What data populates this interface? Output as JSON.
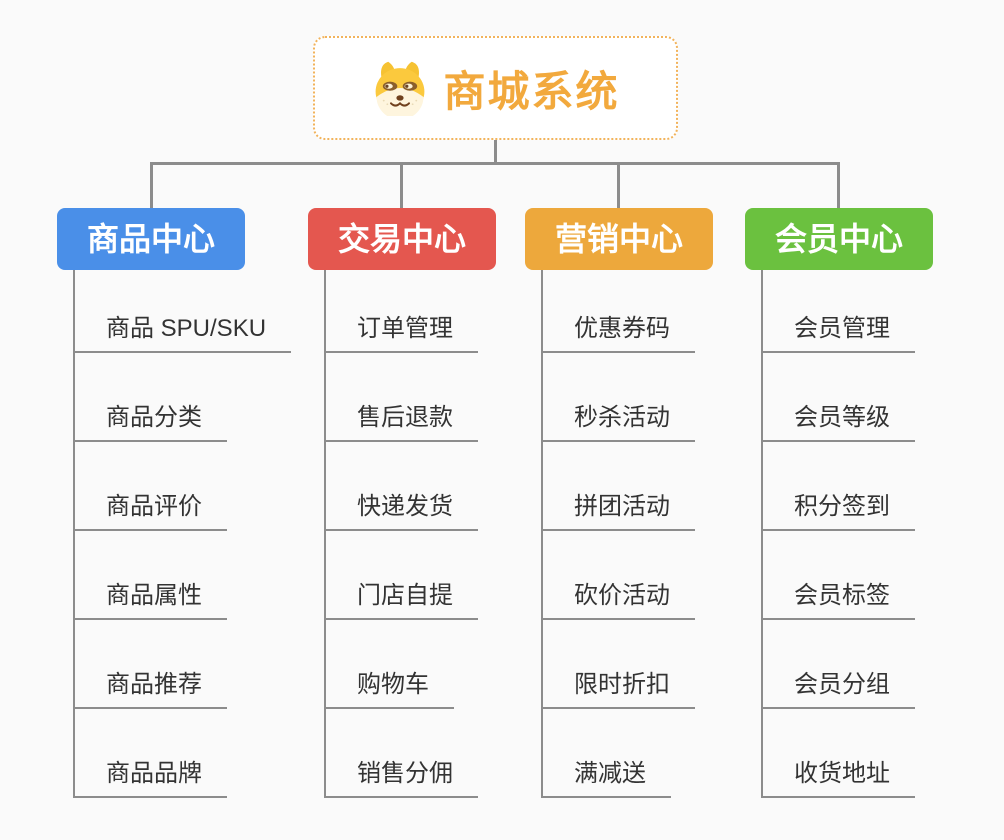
{
  "root": {
    "title": "商城系统",
    "icon": "shiba-dog-icon",
    "text_color": "#F2A93D",
    "border_color": "#F2B35B"
  },
  "style": {
    "background_color": "#FAFAFA",
    "connector_color": "#8C8C8C",
    "child_text_color": "#333333"
  },
  "branches": [
    {
      "label": "商品中心",
      "color": "#4A8FE8",
      "children": [
        "商品 SPU/SKU",
        "商品分类",
        "商品评价",
        "商品属性",
        "商品推荐",
        "商品品牌"
      ]
    },
    {
      "label": "交易中心",
      "color": "#E4574F",
      "children": [
        "订单管理",
        "售后退款",
        "快递发货",
        "门店自提",
        "购物车",
        "销售分佣"
      ]
    },
    {
      "label": "营销中心",
      "color": "#EDA83C",
      "children": [
        "优惠券码",
        "秒杀活动",
        "拼团活动",
        "砍价活动",
        "限时折扣",
        "满减送"
      ]
    },
    {
      "label": "会员中心",
      "color": "#6BC13F",
      "children": [
        "会员管理",
        "会员等级",
        "积分签到",
        "会员标签",
        "会员分组",
        "收货地址"
      ]
    }
  ]
}
